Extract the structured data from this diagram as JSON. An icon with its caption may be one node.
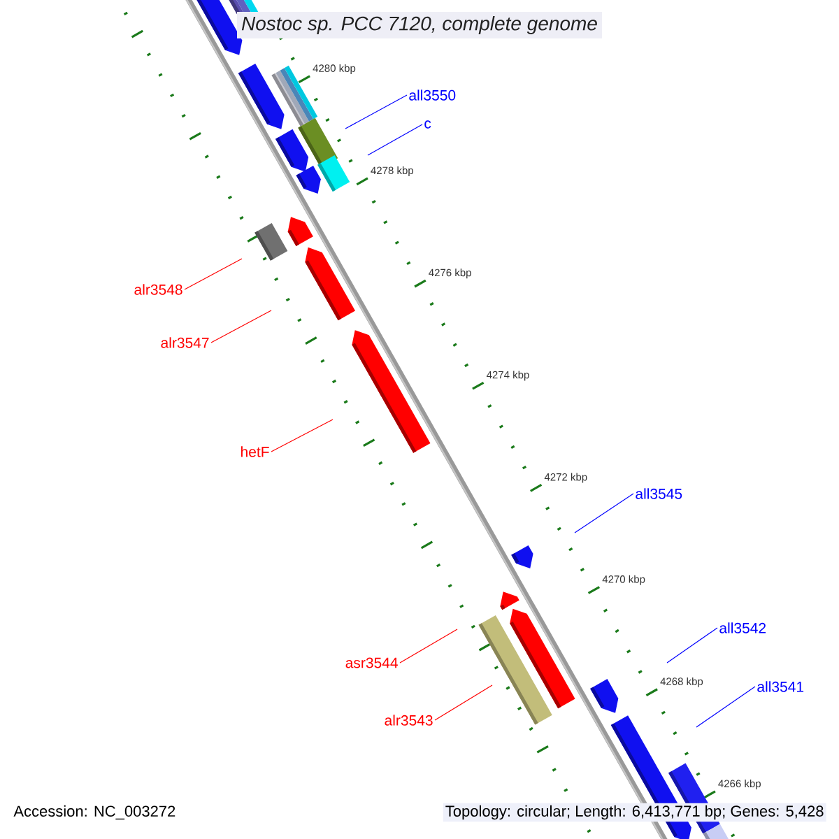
{
  "diagram": {
    "title": "Nostoc sp. PCC 7120, complete genome",
    "nodes": [
      {
        "text": [
          "all3550"
        ]
      },
      {
        "text": [
          "c"
        ]
      },
      {
        "text": [
          "alr3548"
        ]
      },
      {
        "text": [
          "alr3547"
        ]
      },
      {
        "text": [
          "hetF"
        ]
      },
      {
        "text": [
          "all3545"
        ]
      },
      {
        "text": [
          "asr3544"
        ]
      },
      {
        "text": [
          "alr3543"
        ]
      },
      {
        "text": [
          "all3542"
        ]
      },
      {
        "text": [
          "all3541"
        ]
      }
    ],
    "edges": [
      {
        "from": 0,
        "to": null,
        "arrow": "none",
        "color": "#0000ff"
      },
      {
        "from": 1,
        "to": null,
        "arrow": "none",
        "color": "#0000ff"
      },
      {
        "from": 2,
        "to": null,
        "arrow": "none",
        "color": "#ff0000"
      },
      {
        "from": 3,
        "to": null,
        "arrow": "none",
        "color": "#ff0000"
      },
      {
        "from": 4,
        "to": null,
        "arrow": "none",
        "color": "#ff0000"
      },
      {
        "from": 5,
        "to": null,
        "arrow": "none",
        "color": "#0000ff"
      },
      {
        "from": 6,
        "to": null,
        "arrow": "none",
        "color": "#ff0000"
      },
      {
        "from": 7,
        "to": null,
        "arrow": "none",
        "color": "#ff0000"
      },
      {
        "from": 8,
        "to": null,
        "arrow": "none",
        "color": "#0000ff"
      },
      {
        "from": 9,
        "to": null,
        "arrow": "none",
        "color": "#0000ff"
      }
    ],
    "labels": [
      "4280 kbp",
      "4278 kbp",
      "4276 kbp",
      "4274 kbp",
      "4272 kbp",
      "4270 kbp",
      "4268 kbp",
      "4266 kbp",
      "Accession: NC_003272",
      "Topology: circular; Length: 6,413,771 bp; Genes: 5,428"
    ]
  }
}
